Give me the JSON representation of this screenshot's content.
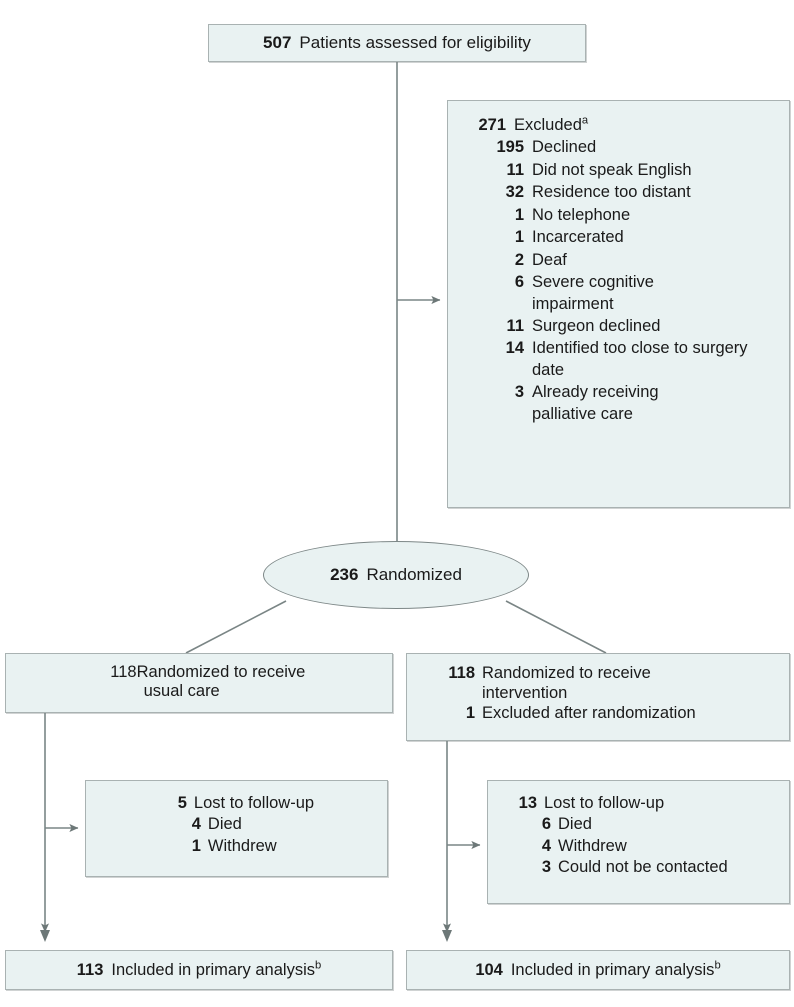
{
  "diagram": {
    "type": "consort-flow-diagram",
    "colors": {
      "node_fill": "#e9f2f2",
      "node_border": "#a9b2b2",
      "connector": "#7a8585",
      "text": "#1a1a1a"
    }
  },
  "eligibility": {
    "count": "507",
    "label": "Patients assessed for eligibility"
  },
  "excluded": {
    "count": "271",
    "label": "Excluded",
    "footnote": "a",
    "reasons": [
      {
        "count": "195",
        "label": "Declined"
      },
      {
        "count": "11",
        "label": "Did not speak English"
      },
      {
        "count": "32",
        "label": "Residence too distant"
      },
      {
        "count": "1",
        "label": "No telephone"
      },
      {
        "count": "1",
        "label": "Incarcerated"
      },
      {
        "count": "2",
        "label": "Deaf"
      },
      {
        "count": "6",
        "label": "Severe cognitive impairment"
      },
      {
        "count": "11",
        "label": "Surgeon declined"
      },
      {
        "count": "14",
        "label": "Identified too close to surgery date"
      },
      {
        "count": "3",
        "label": "Already receiving palliative care"
      }
    ]
  },
  "randomized": {
    "count": "236",
    "label": "Randomized"
  },
  "arm_usual": {
    "count": "118",
    "label": "Randomized to receive usual care",
    "label_line1": "Randomized to receive",
    "label_line2": "usual care"
  },
  "arm_intervention": {
    "count": "118",
    "label_line1": "Randomized to receive",
    "label_line2": "intervention",
    "excluded_after_randomization": {
      "count": "1",
      "label": "Excluded after randomization"
    }
  },
  "loss_usual": {
    "count": "5",
    "label": "Lost to follow-up",
    "reasons": [
      {
        "count": "4",
        "label": "Died"
      },
      {
        "count": "1",
        "label": "Withdrew"
      }
    ]
  },
  "loss_intervention": {
    "count": "13",
    "label": "Lost to follow-up",
    "reasons": [
      {
        "count": "6",
        "label": "Died"
      },
      {
        "count": "4",
        "label": "Withdrew"
      },
      {
        "count": "3",
        "label": "Could not be contacted"
      }
    ]
  },
  "final_usual": {
    "count": "113",
    "label": "Included in primary analysis",
    "footnote": "b"
  },
  "final_intervention": {
    "count": "104",
    "label": "Included in primary analysis",
    "footnote": "b"
  }
}
